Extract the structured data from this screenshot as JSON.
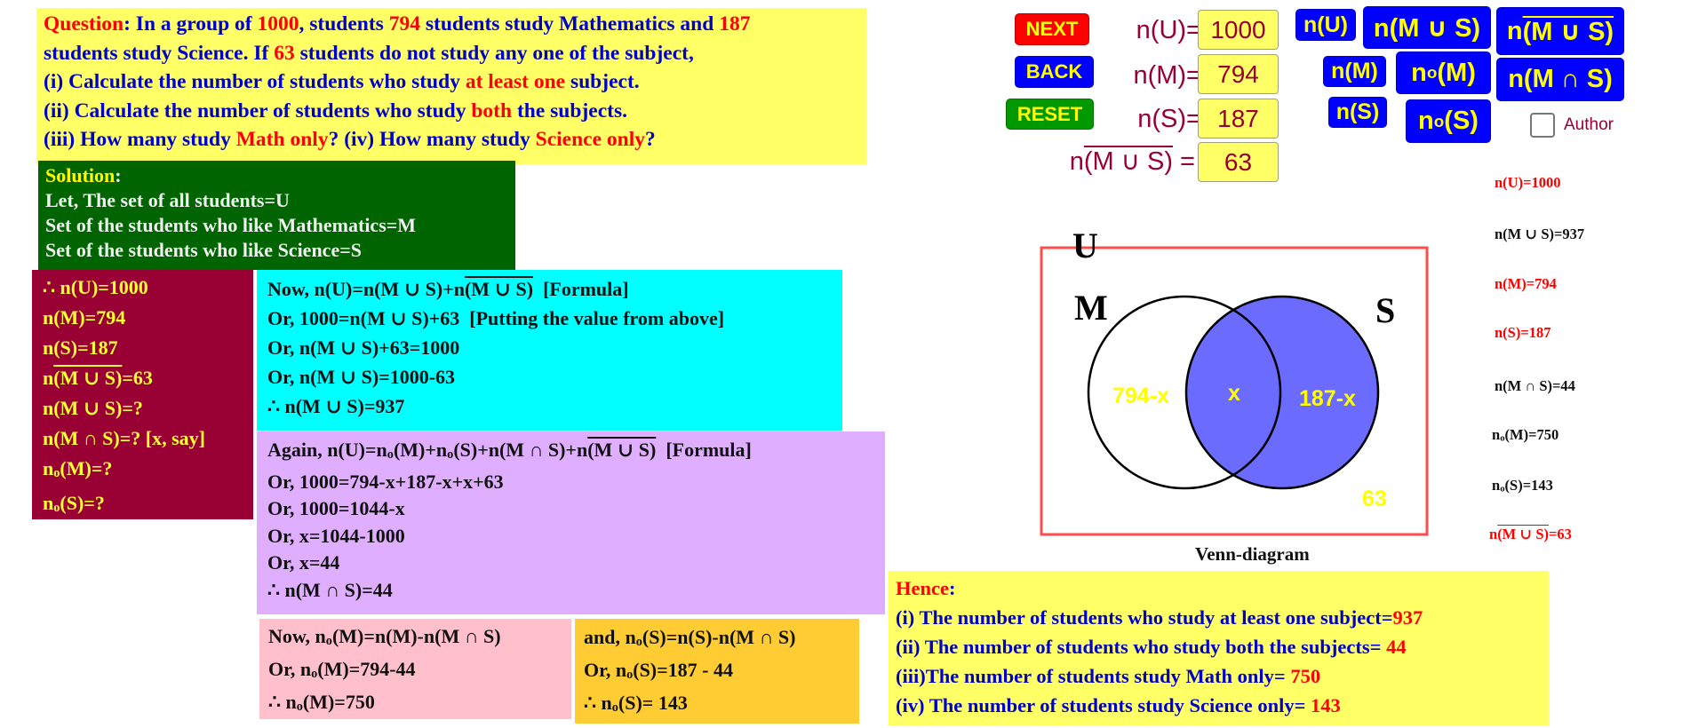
{
  "question": {
    "label": "Question",
    "line1": {
      "a": ": In a group of ",
      "n1": "1000",
      "b": ", students ",
      "n2": "794",
      "c": " students study Mathematics and ",
      "n3": "187"
    },
    "line2": {
      "a": " students study Science. If ",
      "n1": "63",
      "b": " students do not study any one of the subject,"
    },
    "line3": {
      "a": " (i) Calculate the number of students who study ",
      "hl": "at least one",
      "b": " subject."
    },
    "line4": {
      "a": "(ii) Calculate the number of students who study ",
      "hl": "both",
      "b": " the subjects."
    },
    "line5": {
      "a": "(iii) How many study ",
      "hl1": "Math only",
      "b": "? (iv) How many study ",
      "hl2": "Science only",
      "c": "?"
    }
  },
  "solution": {
    "title": "Solution",
    "colon": ":",
    "lines": [
      "Let, The set of all students=U",
      "Set of the students who like Mathematics=M",
      "Set of the students who like Science=S"
    ]
  },
  "given": {
    "l1": "∴ n(U)=1000",
    "l2": "n(M)=794",
    "l3": "n(S)=187",
    "l4_pre": "n",
    "l4_ov": "(M ∪ S)",
    "l4_post": "=63",
    "l5": "n(M ∪ S)=?",
    "l6": "n(M ∩ S)=? [x, say]",
    "l7_pre": "n",
    "l7_sub": "o",
    "l7_post": "(M)=?",
    "l8_pre": "n",
    "l8_sub": "o",
    "l8_post": "(S)=?"
  },
  "cyan": {
    "l1_pre": "Now, n(U)=n(M ∪ S)+n",
    "l1_ov": "(M ∪ S)",
    "l1_post": "  [Formula]",
    "l2": "Or, 1000=n(M ∪ S)+63  [Putting the value from above]",
    "l3": "Or, n(M ∪ S)+63=1000",
    "l4": "Or, n(M ∪ S)=1000-63",
    "l5": "∴ n(M ∪ S)=937"
  },
  "purple": {
    "l1_a": "Again, n(U)=n",
    "l1_b": "(M)+n",
    "l1_c": "(S)+n(M ∩ S)+n",
    "l1_ov": "(M ∪ S)",
    "l1_d": "  [Formula]",
    "sub": "o",
    "l2": "Or, 1000=794-x+187-x+x+63",
    "l3": "Or, 1000=1044-x",
    "l4": "Or, x=1044-1000",
    "l5": "Or, x=44",
    "l6": "∴ n(M ∩ S)=44"
  },
  "pink": {
    "sub": "o",
    "l1_a": "Now, n",
    "l1_b": "(M)=n(M)-n(M ∩ S)",
    "l2_a": "Or, n",
    "l2_b": "(M)=794-44",
    "l3_a": "∴ n",
    "l3_b": "(M)=750"
  },
  "orange": {
    "sub": "o",
    "l1_a": "and, n",
    "l1_b": "(S)=n(S)-n(M ∩ S)",
    "l2_a": "Or, n",
    "l2_b": "(S)=187 - 44",
    "l3_a": "∴ n",
    "l3_b": "(S)= 143"
  },
  "answers": {
    "title": "Hence",
    "colon": ":",
    "items": [
      {
        "text": "(i) The number of students who study at least one subject=",
        "value": "937"
      },
      {
        "text": "(ii) The number of students who study both the subjects= ",
        "value": "44"
      },
      {
        "text": "(iii)The number of students study Math only= ",
        "value": "750"
      },
      {
        "text": "(iv) The number of students study Science only= ",
        "value": "143"
      }
    ]
  },
  "controls": {
    "next": "NEXT",
    "back": "BACK",
    "reset": "RESET",
    "inputs": {
      "nU": {
        "label": "n(U)=",
        "value": "1000"
      },
      "nM": {
        "label": "n(M)=",
        "value": "794"
      },
      "nS": {
        "label": "n(S)=",
        "value": "187"
      },
      "nComp": {
        "label_pre": "n",
        "label_ov": "(M ∪ S)",
        "label_post": " =",
        "value": "63"
      }
    },
    "toggles": {
      "nU": "n(U)",
      "nUnion": "n(M ∪ S)",
      "nComp_pre": "n",
      "nComp_ov": "(M ∪ S)",
      "nM": "n(M)",
      "noM_pre": "n",
      "noM_sub": "o",
      "noM_post": "(M)",
      "nInter": "n(M ∩ S)",
      "nS": "n(S)",
      "noS_pre": "n",
      "noS_sub": "o",
      "noS_post": "(S)"
    },
    "author_label": "Author"
  },
  "sidebar_values": {
    "nU": "n(U)=1000",
    "nUnion": "n(M ∪ S)=937",
    "nM": "n(M)=794",
    "nS": "n(S)=187",
    "nInter": "n(M ∩ S)=44",
    "noM_pre": "n",
    "noM_sub": "o",
    "noM_post": "(M)=750",
    "noS_pre": "n",
    "noS_sub": "o",
    "noS_post": "(S)=143",
    "nComp_pre": "n",
    "nComp_ov": "(M ∪ S)",
    "nComp_post": "=63"
  },
  "venn": {
    "universe_label": "U",
    "set_m_label": "M",
    "set_s_label": "S",
    "m_only": "794-x",
    "intersection": "x",
    "s_only": "187-x",
    "outside": "63",
    "caption": "Venn-diagram",
    "colors": {
      "frame": "#ff4d4d",
      "fill": "#6b6bff",
      "region_text": "#ffff00"
    }
  }
}
